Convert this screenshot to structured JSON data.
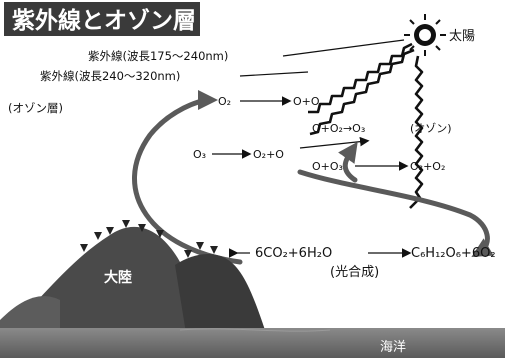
{
  "title": "紫外線とオゾン層",
  "sun_label": "太陽",
  "uv_short_label": "紫外線(波長175～240nm)",
  "uv_long_label": "紫外線(波長240～320nm)",
  "ozone_layer_label": "(オゾン層)",
  "reactions": {
    "o2_split": "O₂",
    "o_plus_o": "O+O",
    "ozone_formation": "O+O₂→O₃",
    "ozone_paren": "(オゾン)",
    "ozone_split_left": "O₃",
    "ozone_split_right": "O₂+O",
    "ozone_recomb_left": "O+O₃",
    "ozone_recomb_right": "O₂+O₂"
  },
  "photosynthesis": {
    "equation_left": "6CO₂+6H₂O",
    "equation_right": "C₆H₁₂O₆+6O₂",
    "label": "(光合成)"
  },
  "land_label": "大陸",
  "sea_label": "海洋",
  "colors": {
    "title_bar": "#3a3a3a",
    "sky": "#ffffff",
    "arrow": "#5a5a5a",
    "mountain": "#4a4a4a",
    "sea": "#6b6b6b"
  }
}
